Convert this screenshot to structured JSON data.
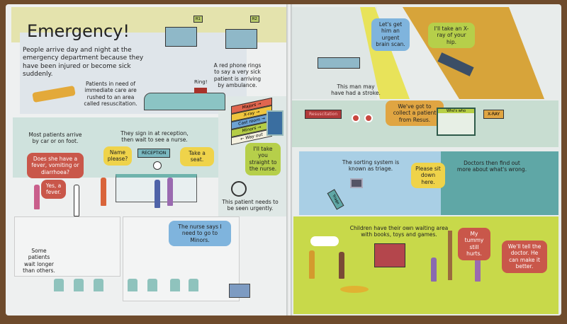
{
  "left_page": {
    "title": "Emergency!",
    "intro": "People arrive day and night at the emergency department because they have been injured or become sick suddenly.",
    "resus_caption": "Patients in need of immediate care are rushed to an area called resuscitation.",
    "ring": "Ring!",
    "phone_caption": "A red phone rings to say a very sick patient is arriving by ambulance.",
    "room_labels": [
      "R1",
      "R2"
    ],
    "arrive_caption": "Most patients arrive by car or on foot.",
    "signin_caption": "They sign in at reception, then wait to see a nurse.",
    "reception_sign": "RECEPTION",
    "bubbles": {
      "fever_question": "Does she have a fever, vomiting or diarrhoea?",
      "fever_answer": "Yes, a fever.",
      "name_please": "Name please?",
      "take_seat": "Take a seat.",
      "straight_to_nurse": "I'll take you straight to the nurse.",
      "go_to_minors": "The nurse says I need to go to Minors."
    },
    "direction_signs": [
      "Majors →",
      "X-ray →",
      "Cast room →",
      "Minors →",
      "← Way out"
    ],
    "urgent_caption": "This patient needs to be seen urgently.",
    "wait_caption": "Some patients wait longer than others."
  },
  "right_page": {
    "bubbles": {
      "brain_scan": "Let's get him an urgent brain scan.",
      "xray_hip": "I'll take an X-ray of your hip.",
      "collect_patient": "We've got to collect a patient from Resus.",
      "sit_down": "Please sit down here.",
      "tummy": "My tummy still hurts.",
      "tell_doctor": "We'll tell the doctor. He can make it better."
    },
    "stroke_caption": "This man may have had a stroke.",
    "resus_sign": "Resuscitation",
    "whos_who": "Who's who",
    "xray_sign": "X-RAY",
    "triage_caption": "The sorting system is known as triage.",
    "triage_sign": "Triage",
    "doctors_caption": "Doctors then find out more about what's wrong.",
    "children_caption": "Children have their own waiting area with books, toys and games."
  }
}
